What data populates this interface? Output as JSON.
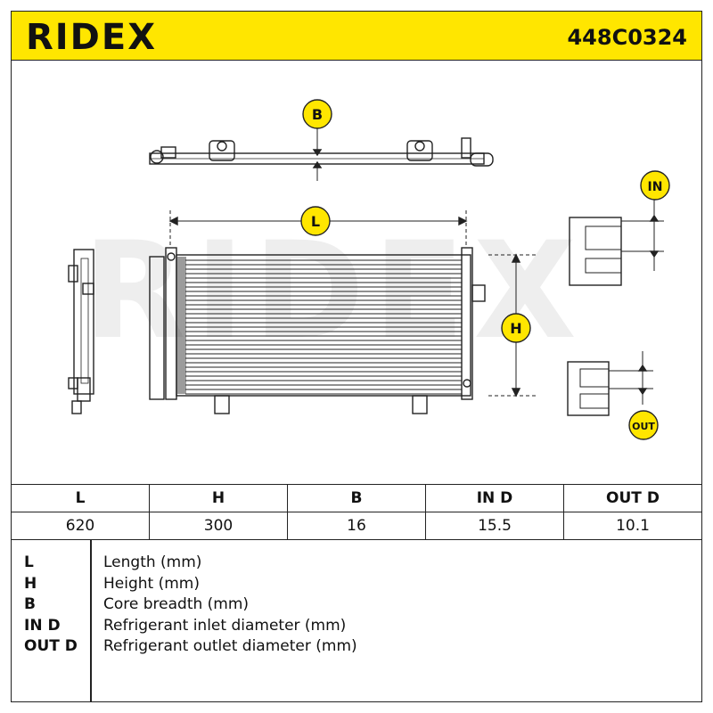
{
  "header": {
    "brand": "RIDEX",
    "part_number": "448C0324"
  },
  "diagram": {
    "markers": {
      "b": "B",
      "l": "L",
      "h": "H",
      "in": "IN",
      "out": "OUT"
    },
    "watermark": "RIDEX",
    "colors": {
      "accent": "#ffe600",
      "line": "#222222",
      "watermark": "#eeeeee"
    }
  },
  "specs": {
    "headers": [
      "L",
      "H",
      "B",
      "IN D",
      "OUT D"
    ],
    "values": [
      "620",
      "300",
      "16",
      "15.5",
      "10.1"
    ]
  },
  "legend": [
    {
      "key": "L",
      "desc": "Length (mm)"
    },
    {
      "key": "H",
      "desc": "Height (mm)"
    },
    {
      "key": "B",
      "desc": "Core breadth (mm)"
    },
    {
      "key": "IN D",
      "desc": "Refrigerant inlet diameter (mm)"
    },
    {
      "key": "OUT D",
      "desc": "Refrigerant outlet diameter (mm)"
    }
  ]
}
